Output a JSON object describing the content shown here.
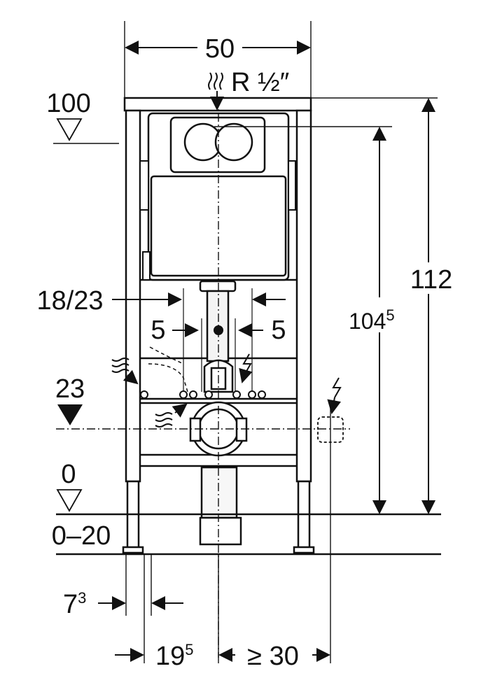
{
  "diagram": {
    "colors": {
      "line": "#111111",
      "gray": "#777777",
      "fill": "#f4f4f4"
    },
    "dims": {
      "width_total": "50",
      "pipe_label": "R ½″",
      "level_100": "100",
      "height_total": "112",
      "height_inner_main": "104",
      "height_inner_sup": "5",
      "spacing": "18/23",
      "offset_left": "5",
      "offset_right": "5",
      "level_23": "23",
      "level_0": "0",
      "level_range": "0–20",
      "bottom_left_main": "7",
      "bottom_left_sup": "3",
      "bottom_mid_main": "19",
      "bottom_mid_sup": "5",
      "bottom_right": "≥ 30"
    },
    "icons": [
      "water-supply-icon",
      "electric-icon",
      "drain-icon",
      "flush-plate-icon"
    ]
  }
}
